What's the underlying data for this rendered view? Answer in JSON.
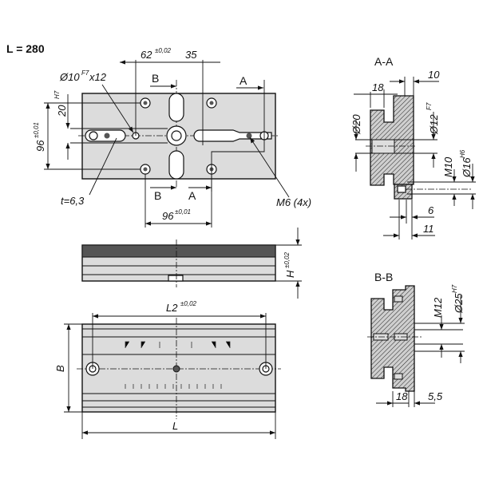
{
  "length_note": "L = 280",
  "top_view": {
    "dim_62": "62",
    "dim_62_tol": "±0,02",
    "dim_35": "35",
    "bore": "Ø10",
    "bore_tol": "F7",
    "bore_depth": "x12",
    "dim_20": "20",
    "dim_20_tol": "H7",
    "dim_96_v": "96",
    "dim_96_v_tol": "±0,01",
    "dim_96_h": "96",
    "dim_96_h_tol": "±0,01",
    "thickness": "t=6,3",
    "thread": "M6 (4x)",
    "section_b": "B",
    "section_a": "A"
  },
  "side_view": {
    "height": "H",
    "height_tol": "±0,02"
  },
  "bottom_view": {
    "dim_l2": "L2",
    "dim_l2_tol": "±0,02",
    "dim_b": "B",
    "dim_l": "L"
  },
  "section_aa": {
    "title": "A-A",
    "d10": "10",
    "d18": "18",
    "d20": "Ø20",
    "d12": "Ø12",
    "d12_tol": "F7",
    "m10": "M10",
    "d16": "Ø16",
    "d16_tol": "H6",
    "d6": "6",
    "d11": "11"
  },
  "section_bb": {
    "title": "B-B",
    "m12": "M12",
    "d25": "Ø25",
    "d25_tol": "H7",
    "d18": "18",
    "d55": "5,5"
  }
}
